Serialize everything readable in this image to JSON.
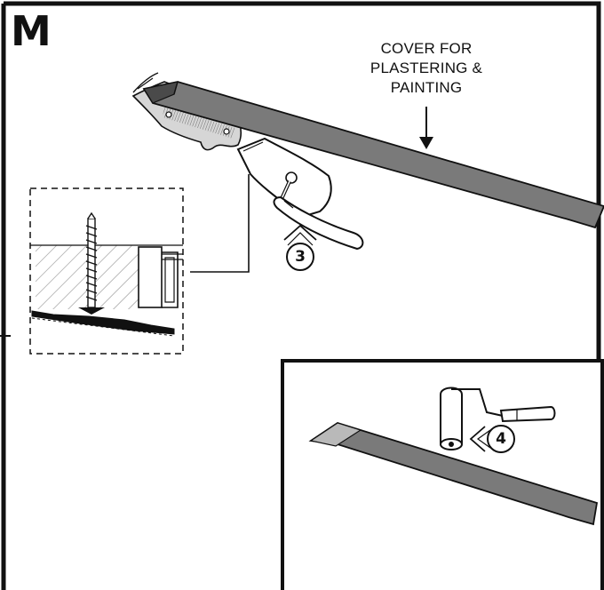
{
  "panel": {
    "step_letter": "M"
  },
  "callout": {
    "lines": [
      "COVER FOR",
      "PLASTERING &",
      "PAINTING"
    ]
  },
  "steps": [
    {
      "number": "3",
      "action": "trowel-plaster"
    },
    {
      "number": "4",
      "action": "roller-paint"
    }
  ],
  "colors": {
    "line": "#111111",
    "cover_strip": "#7a7a7a",
    "cover_strip_light": "#b9b9b9",
    "hatch": "#9a9a9a"
  }
}
